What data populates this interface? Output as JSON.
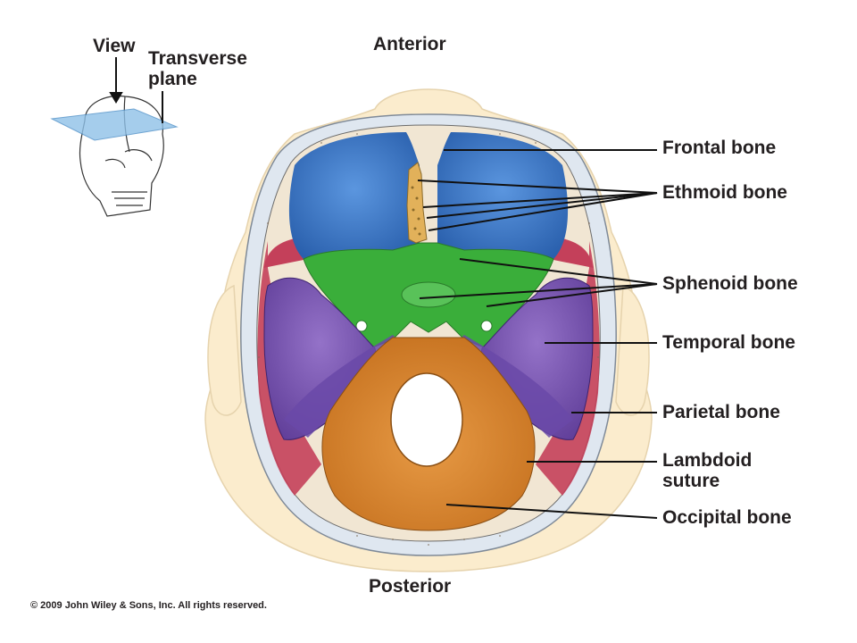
{
  "orientation": {
    "anterior": "Anterior",
    "posterior": "Posterior"
  },
  "inset": {
    "view_label": "View",
    "plane_label_line1": "Transverse",
    "plane_label_line2": "plane"
  },
  "labels": {
    "frontal": "Frontal bone",
    "ethmoid": "Ethmoid bone",
    "sphenoid": "Sphenoid bone",
    "temporal": "Temporal bone",
    "parietal": "Parietal bone",
    "lambdoid_line1": "Lambdoid",
    "lambdoid_line2": "suture",
    "occipital": "Occipital bone"
  },
  "copyright": "© 2009 John Wiley & Sons, Inc. All rights reserved.",
  "colors": {
    "frontal": "#3f7fce",
    "ethmoid": "#e2b15a",
    "sphenoid": "#3aae3a",
    "temporal": "#7c55b5",
    "parietal": "#c4405a",
    "occipital": "#d9852c",
    "skin": "#fbeccd",
    "skull_rim": "#cfdcea"
  }
}
